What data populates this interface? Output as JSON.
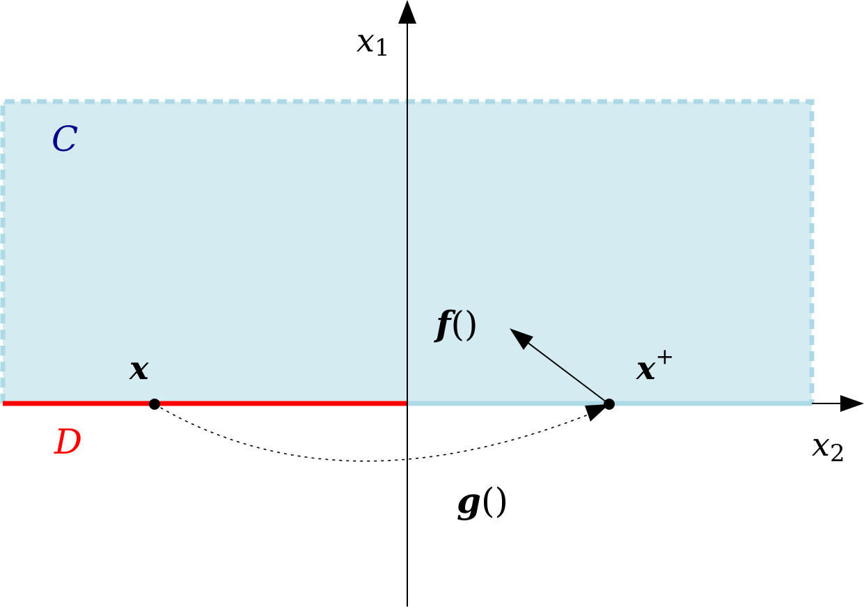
{
  "labels": {
    "axis_vertical": "x",
    "axis_vertical_sub": "1",
    "axis_horizontal": "x",
    "axis_horizontal_sub": "2",
    "set_c": "C",
    "set_d": "D",
    "point_x": "x",
    "point_x_plus": "x",
    "point_x_plus_sup": "+",
    "func_f": "f",
    "func_f_parens": "()",
    "func_g": "g",
    "func_g_parens": "()"
  },
  "colors": {
    "region_fill": "#d4ebf2",
    "region_border": "#add8e6",
    "set_d_line": "#ff0000",
    "set_c_label": "#00008b",
    "set_d_label": "#ff0000",
    "axis": "#000000",
    "point": "#000000"
  }
}
